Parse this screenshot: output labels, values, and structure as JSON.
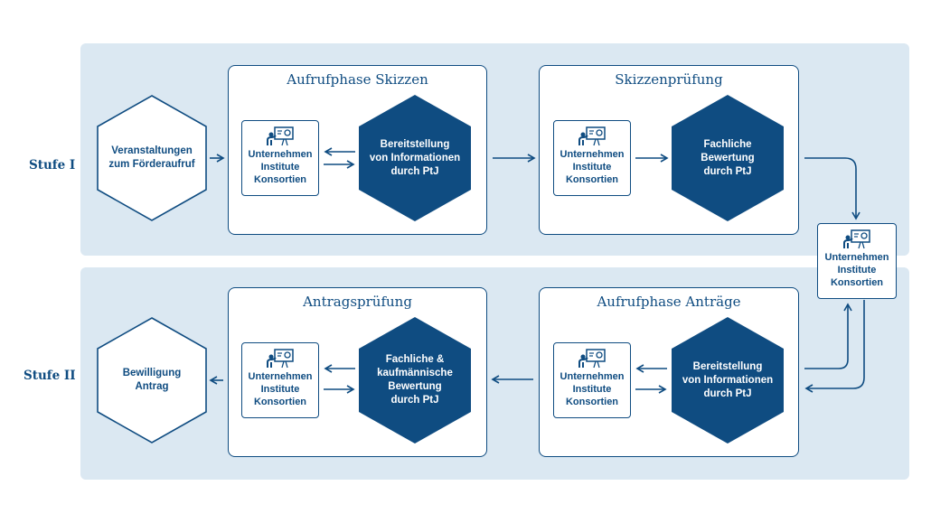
{
  "colors": {
    "primary": "#0f4c81",
    "band": "#dbe8f2",
    "white": "#ffffff"
  },
  "stages": {
    "stage1": "Stufe I",
    "stage2": "Stufe II"
  },
  "phases": {
    "aufruf_skizzen": "Aufrufphase Skizzen",
    "skizzenpruefung": "Skizzenprüfung",
    "antragspruefung": "Antragsprüfung",
    "aufruf_antraege": "Aufrufphase Anträge"
  },
  "actor": {
    "icon": "presentation-icon",
    "lines": [
      "Unternehmen",
      "Institute",
      "Konsortien"
    ]
  },
  "hexagons": {
    "start": [
      "Veranstaltungen",
      "zum Förderaufruf"
    ],
    "end": [
      "Bewilligung",
      "Antrag"
    ],
    "info1": [
      "Bereitstellung",
      "von Informationen",
      "durch PtJ"
    ],
    "review1": [
      "Fachliche",
      "Bewertung",
      "durch PtJ"
    ],
    "info2": [
      "Bereitstellung",
      "von Informationen",
      "durch PtJ"
    ],
    "review2": [
      "Fachliche &",
      "kaufmännische",
      "Bewertung",
      "durch PtJ"
    ]
  }
}
